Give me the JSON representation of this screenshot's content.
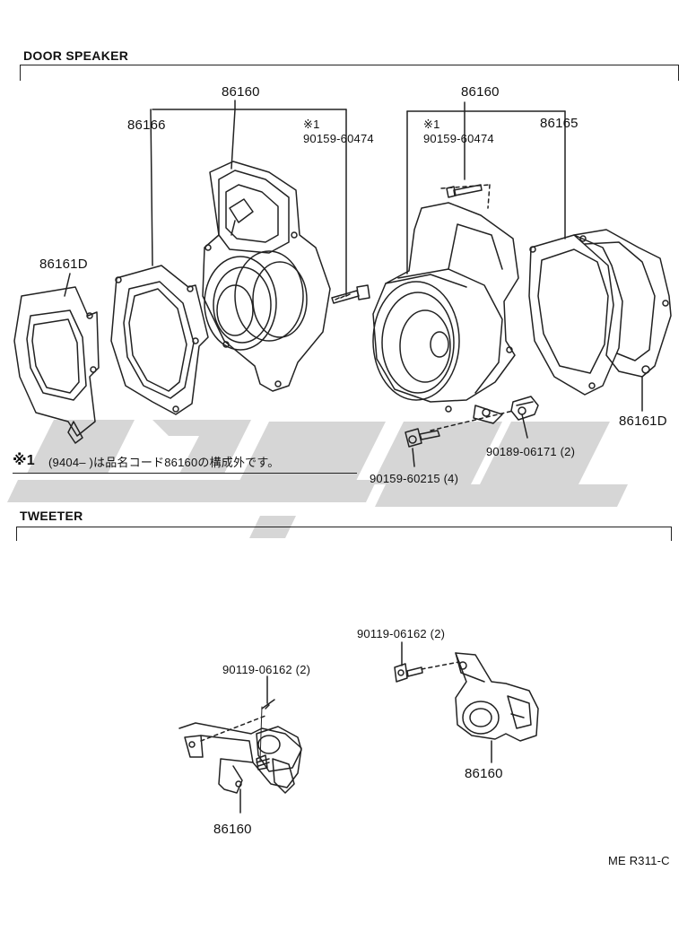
{
  "sections": {
    "door_speaker": "DOOR SPEAKER",
    "tweeter": "TWEETER"
  },
  "door_labels": {
    "left_assy": "86160",
    "right_assy": "86160",
    "left_gasket": "86166",
    "right_gasket": "86165",
    "left_cover": "86161D",
    "right_cover": "86161D",
    "left_note_mark": "※1",
    "left_screw": "90159-60474",
    "right_note_mark": "※1",
    "right_screw": "90159-60474",
    "clip": "90189-06171 (2)",
    "bolt": "90159-60215 (4)"
  },
  "note": {
    "mark": "※1",
    "text": "(9404–      )は品名コード86160の構成外です。"
  },
  "tweeter_labels": {
    "left_screw": "90119-06162 (2)",
    "right_screw": "90119-06162 (2)",
    "left_part": "86160",
    "right_part": "86160"
  },
  "page_code": "ME R311-C",
  "colors": {
    "line": "#222222",
    "watermark": "#cfcfcf"
  }
}
